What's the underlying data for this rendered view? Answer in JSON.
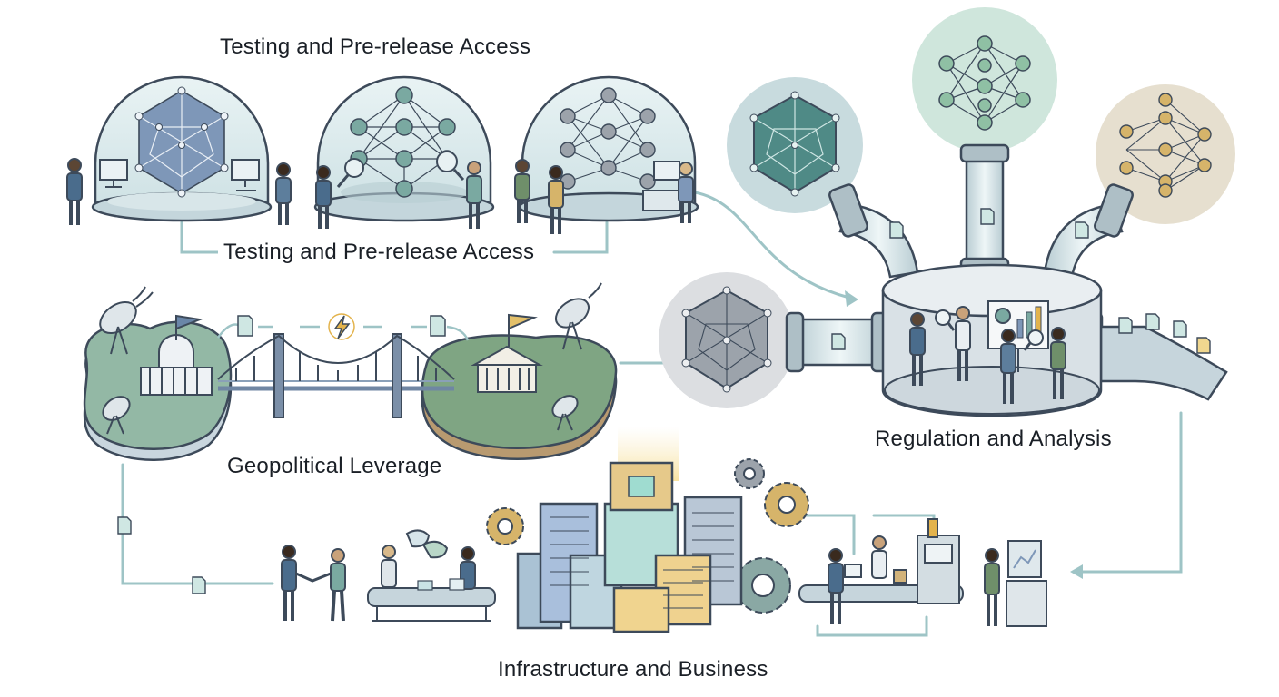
{
  "labels": {
    "testing_top": "Testing and Pre-release Access",
    "testing_mid": "Testing and Pre-release Access",
    "geopolitical": "Geopolitical Leverage",
    "regulation": "Regulation and Analysis",
    "infrastructure": "Infrastructure and Business"
  },
  "icons": {
    "alert": "lightning-bolt-icon",
    "document": "document-icon",
    "gear": "gear-icon",
    "satellite": "satellite-dish-icon",
    "flag": "flag-icon",
    "building": "government-building-icon",
    "magnifier": "magnifying-glass-icon",
    "monitor": "monitor-icon"
  },
  "colors": {
    "outline": "#3d4a5a",
    "flow_line": "#9ec4c6",
    "land_left": "#93b8a5",
    "land_right": "#7fa583",
    "ai_teal": "#7aa9a1",
    "ai_green": "#8fc0a4",
    "ai_gold": "#d6b46a",
    "ai_grey": "#9ca3ab",
    "ai_blue": "#7e97b8",
    "accent_gold": "#e3b34c"
  }
}
